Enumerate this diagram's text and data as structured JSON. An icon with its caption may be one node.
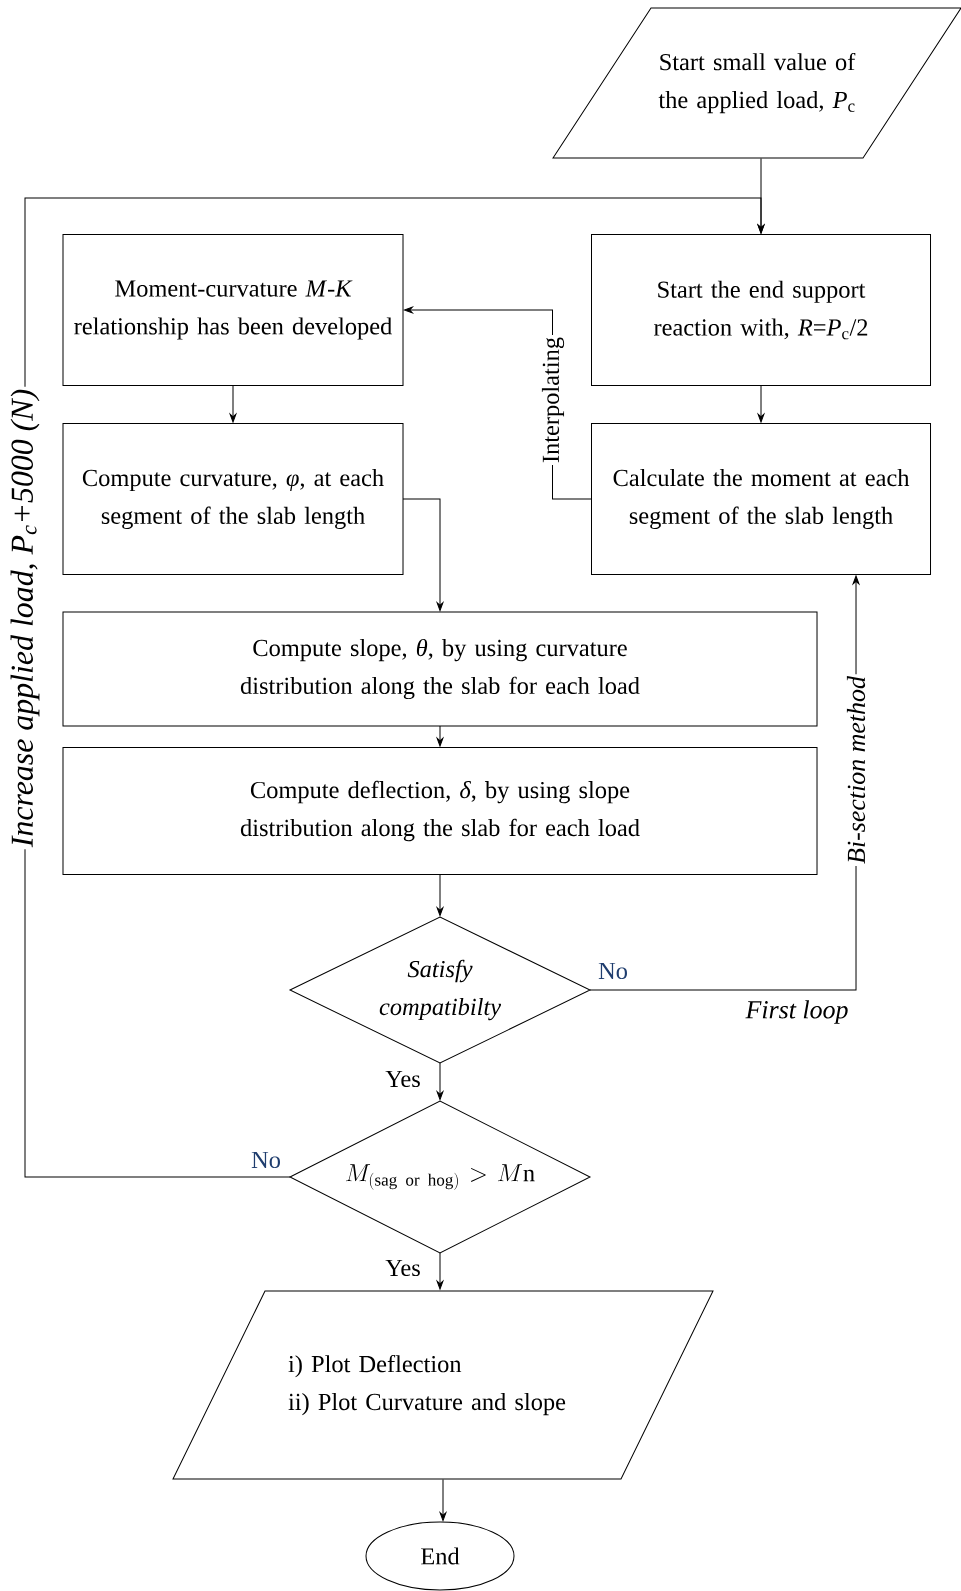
{
  "diagram": {
    "nodes": [
      {
        "text": [
          "Start small value of the applied load, *P*$_{c}$"
        ]
      },
      {
        "text": [
          "Moment-curvature *M*-*K* relationship has been developed"
        ]
      },
      {
        "text": [
          "Start the end support reaction with, *R*=*P*$_{c}$/2"
        ]
      },
      {
        "text": [
          "Compute curvature, *φ*, at each segment of the slab length"
        ]
      },
      {
        "text": [
          "Calculate the moment at each segment of  the slab length"
        ]
      },
      {
        "text": [
          "Compute slope, *θ*, by using curvature distribution along the slab for each load"
        ]
      },
      {
        "text": [
          "Compute deflection, *δ*, by using slope distribution along the slab for each load"
        ]
      },
      {
        "text": [
          "Satisfy compatibilty"
        ]
      },
      {
        "text": [
          "M_{(\\mathrm{sag\\ or\\ hog})}>M\\mathrm{n}"
        ]
      },
      {
        "text": [
          "i) Plot Deflection",
          "ii) Plot Curvature and slope"
        ]
      },
      {
        "text": [
          "End"
        ]
      }
    ],
    "edges": [
      {
        "from": 0,
        "to": 2,
        "arrow": "to"
      },
      {
        "from": 2,
        "to": 4,
        "arrow": "to"
      },
      {
        "from": 4,
        "to": 1,
        "arrow": "to",
        "label": "Interpolating"
      },
      {
        "from": 1,
        "to": 3,
        "arrow": "to"
      },
      {
        "from": 3,
        "to": 5,
        "arrow": "to"
      },
      {
        "from": 5,
        "to": 6,
        "arrow": "to"
      },
      {
        "from": 6,
        "to": 7,
        "arrow": "to"
      },
      {
        "from": 7,
        "to": 8,
        "arrow": "to",
        "label": "Yes"
      },
      {
        "from": 7,
        "to": 4,
        "arrow": "to",
        "label": "No"
      },
      {
        "from": 8,
        "to": 9,
        "arrow": "to",
        "label": "Yes"
      },
      {
        "from": 8,
        "to": 2,
        "arrow": "to",
        "label": "No"
      },
      {
        "from": 9,
        "to": 10,
        "arrow": "to"
      }
    ],
    "labels": [
      "First loop",
      "Bi-section method",
      "Increase applied load, P$_{c}$+5000 (N)"
    ]
  }
}
